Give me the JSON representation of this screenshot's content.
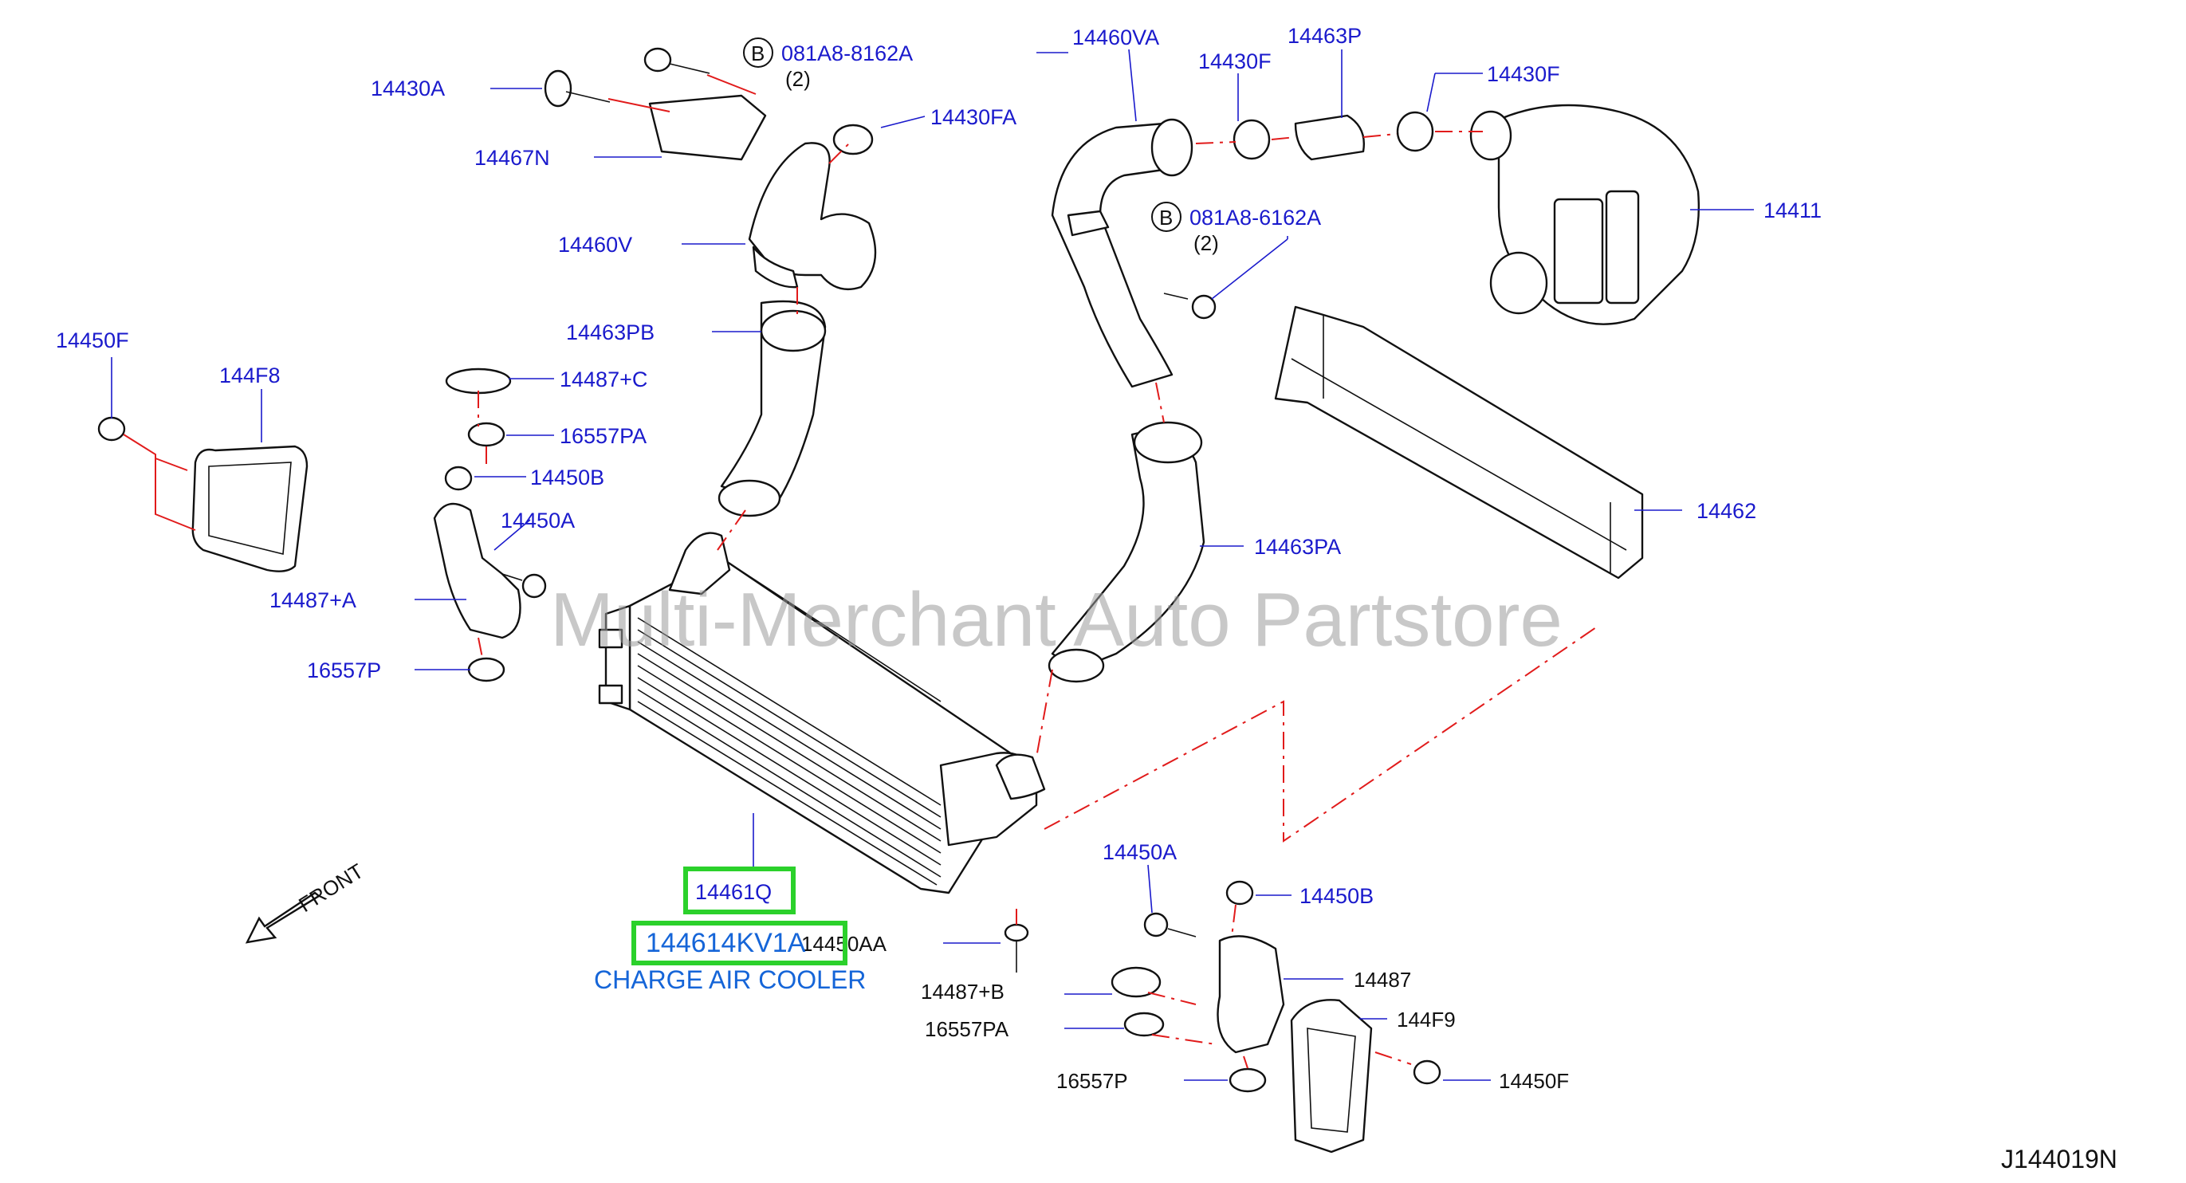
{
  "diagram": {
    "watermark": "Multi-Merchant Auto Partstore",
    "code": "J144019N",
    "highlight_part": "14461Q",
    "highlight_oem": "144614KV1A",
    "highlight_caption": "CHARGE AIR COOLER",
    "front_label": "FRONT",
    "bolt_ref_1": {
      "letter": "B",
      "number": "081A8-8162A",
      "qty": "(2)"
    },
    "bolt_ref_2": {
      "letter": "B",
      "number": "081A8-6162A",
      "qty": "(2)"
    },
    "labels": {
      "p14430A": "14430A",
      "p14467N": "14467N",
      "p14430FA": "14430FA",
      "p14460V": "14460V",
      "p14463PB": "14463PB",
      "p14450F_left": "14450F",
      "p144F8": "144F8",
      "p14487C": "14487+C",
      "p16557PA_top": "16557PA",
      "p14450B_top": "14450B",
      "p14450A_top": "14450A",
      "p14487A": "14487+A",
      "p16557P_left": "16557P",
      "p14460VA": "14460VA",
      "p14430F_a": "14430F",
      "p14463P": "14463P",
      "p14430F_b": "14430F",
      "p14411": "14411",
      "p14463PA": "14463PA",
      "p14462": "14462",
      "p14450A_bot": "14450A",
      "p14450B_bot": "14450B",
      "p14450AA": "14450AA",
      "p14487B": "14487+B",
      "p14487": "14487",
      "p16557PA_bot": "16557PA",
      "p144F9": "144F9",
      "p16557P_bot": "16557P",
      "p14450F_right": "14450F"
    }
  }
}
